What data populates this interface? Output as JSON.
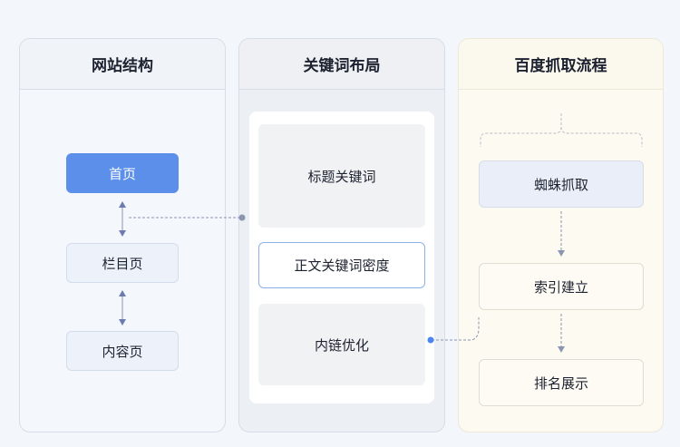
{
  "columns": [
    {
      "title": "网站结构",
      "items": [
        "首页",
        "栏目页",
        "内容页"
      ]
    },
    {
      "title": "关键词布局",
      "items": [
        "标题关键词",
        "正文关键词密度",
        "内链优化"
      ]
    },
    {
      "title": "百度抓取流程",
      "items": [
        "蜘蛛抓取",
        "索引建立",
        "排名展示"
      ]
    }
  ],
  "colors": {
    "accent": "#5b8fea",
    "line": "#8a95b0"
  }
}
